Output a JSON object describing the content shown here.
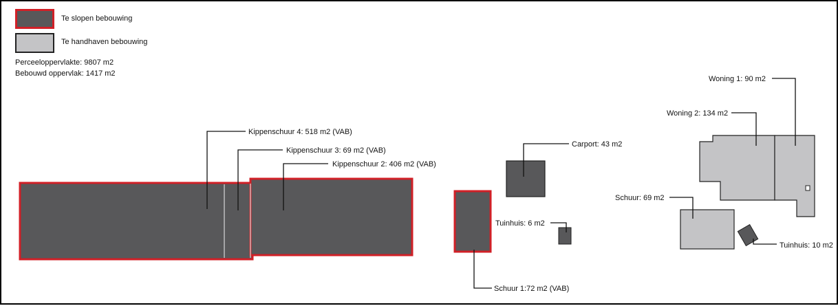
{
  "legend": {
    "items": [
      {
        "label": "Te slopen bebouwing",
        "fill": "#58585a",
        "stroke": "#d12027"
      },
      {
        "label": "Te handhaven bebouwing",
        "fill": "#c4c4c6",
        "stroke": "#222222"
      }
    ]
  },
  "stats": {
    "plot_area": "Perceeloppervlakte: 9807 m2",
    "built_area": "Bebouwd oppervlak: 1417 m2"
  },
  "labels": {
    "kippenschuur_4": "Kippenschuur 4: 518 m2 (VAB)",
    "kippenschuur_3": "Kippenschuur 3: 69 m2 (VAB)",
    "kippenschuur_2": "Kippenschuur 2: 406 m2 (VAB)",
    "carport": "Carport: 43 m2",
    "tuinhuis_1": "Tuinhuis: 6 m2",
    "schuur_1": "Schuur 1:72 m2 (VAB)",
    "woning_1": "Woning 1: 90 m2",
    "woning_2": "Woning 2: 134 m2",
    "schuur_2": "Schuur: 69 m2",
    "tuinhuis_2": "Tuinhuis: 10 m2"
  },
  "colors": {
    "demolish_fill": "#58585a",
    "demolish_stroke": "#d12027",
    "keep_fill": "#c4c4c6",
    "keep_stroke": "#222222",
    "leader": "#111111"
  }
}
